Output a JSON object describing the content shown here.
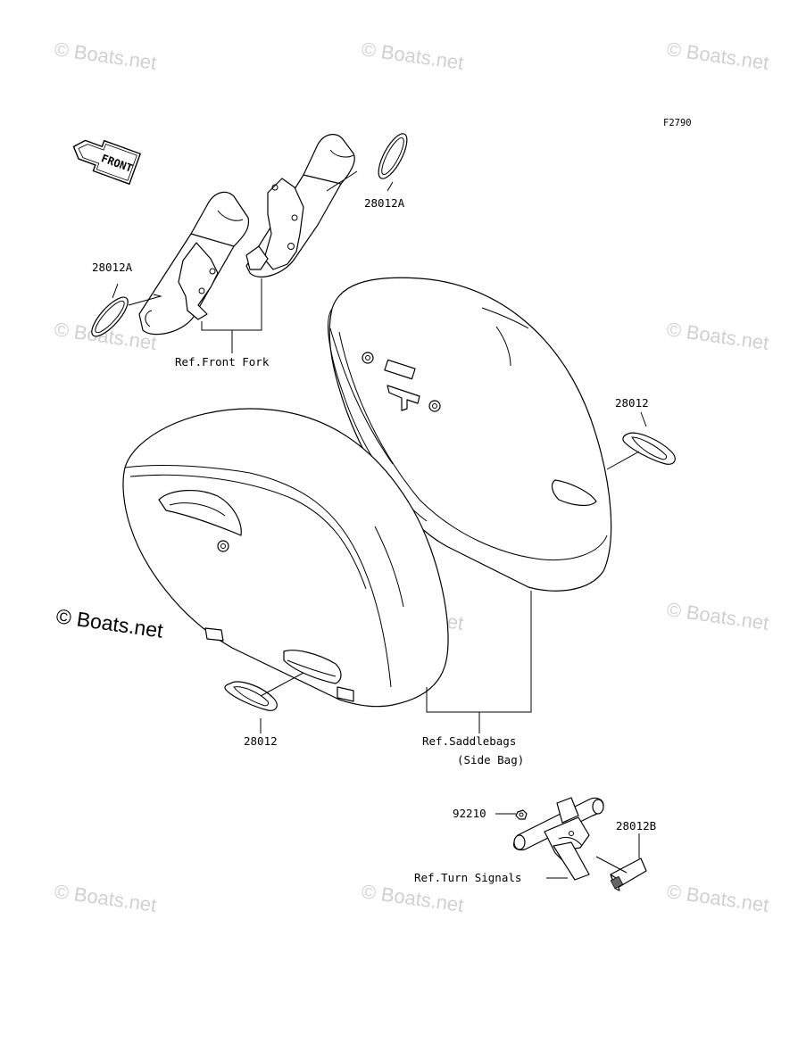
{
  "figure_code": "F2790",
  "front_arrow_label": "FRONT",
  "callouts": {
    "reflector_fork_right": "28012A",
    "reflector_fork_left": "28012A",
    "reflector_bag_right": "28012",
    "reflector_bag_left": "28012",
    "nut": "92210",
    "reflector_turn_signal": "28012B"
  },
  "references": {
    "front_fork": "Ref.Front Fork",
    "saddlebags_line1": "Ref.Saddlebags",
    "saddlebags_line2": "(Side Bag)",
    "turn_signals": "Ref.Turn Signals"
  },
  "watermark": {
    "text": "© Boats.net",
    "color": "#d0d0d0"
  },
  "copyright_notice": "© Boats.net"
}
